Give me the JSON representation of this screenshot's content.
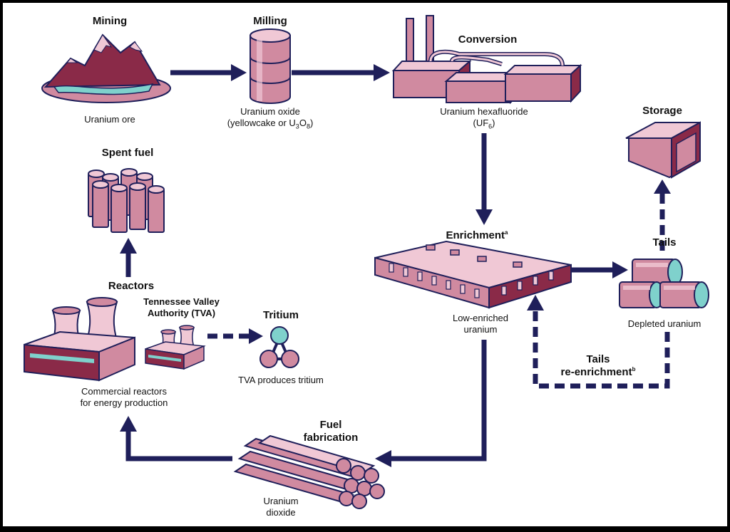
{
  "colors": {
    "stroke": "#1f1f5a",
    "fill": "#d08aa0",
    "fill_light": "#f0c8d5",
    "fill_dark": "#5a1228",
    "teal": "#7fd1cc"
  },
  "nodes": {
    "mining": {
      "title": "Mining",
      "caption": "Uranium ore"
    },
    "milling": {
      "title": "Milling",
      "caption_1": "Uranium oxide",
      "caption_2_a": "(yellowcake or U",
      "sub_3": "3",
      "caption_2_b": "O",
      "sub_8": "8",
      "caption_2_c": ")"
    },
    "conversion": {
      "title": "Conversion",
      "caption_1": "Uranium hexafluoride",
      "caption_2_a": "(UF",
      "sub_6": "6",
      "caption_2_b": ")"
    },
    "storage": {
      "title": "Storage"
    },
    "enrichment": {
      "title": "Enrichment",
      "mark": "a",
      "caption_1": "Low-enriched",
      "caption_2": "uranium"
    },
    "tails": {
      "title": "Tails",
      "caption": "Depleted uranium"
    },
    "tails_reenrichment": {
      "title_1": "Tails",
      "title_2": "re-enrichment",
      "mark": "b"
    },
    "fuel_fabrication": {
      "title_1": "Fuel",
      "title_2": "fabrication",
      "caption_1": "Uranium",
      "caption_2": "dioxide"
    },
    "spent_fuel": {
      "title": "Spent fuel"
    },
    "reactors": {
      "title": "Reactors",
      "caption_1": "Commercial reactors",
      "caption_2": "for energy production"
    },
    "tva": {
      "title_1": "Tennessee Valley",
      "title_2": "Authority (TVA)"
    },
    "tritium": {
      "title": "Tritium",
      "caption": "TVA produces tritium"
    }
  }
}
